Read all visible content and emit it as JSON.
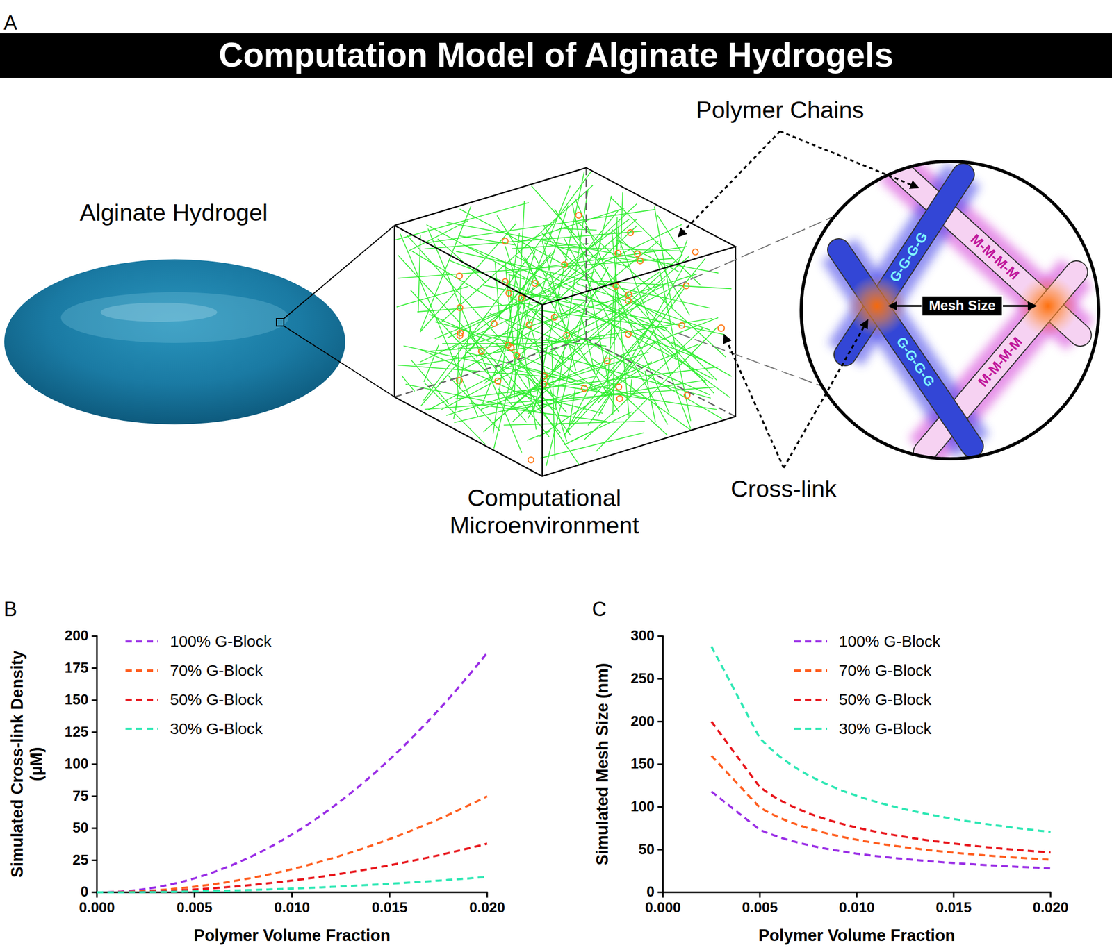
{
  "diagram": {
    "title": "Computation Model of Alginate Hydrogels",
    "nodes": [
      {
        "text": [
          "Mesh Size"
        ]
      }
    ],
    "labels": [
      "A",
      "Alginate Hydrogel",
      "Polymer Chains",
      "Computational Microenvironment",
      "Cross-link",
      "M-M-M-M",
      "G-G-G-G",
      "G-G-G-G",
      "M-M-M-M",
      "B",
      "Simulated Cross-link Density (µM)",
      "200",
      "175",
      "150",
      "125",
      "100",
      "75",
      "50",
      "25",
      "0",
      "0.000",
      "0.005",
      "0.010",
      "0.015",
      "0.020",
      "Polymer Volume Fraction",
      "C",
      "Simulated Mesh Size (nm)",
      "300",
      "250",
      "200",
      "150",
      "100",
      "50",
      "0",
      "0.000",
      "0.005",
      "0.010",
      "0.015",
      "0.020",
      "Polymer Volume Fraction"
    ],
    "legend": [
      {
        "text": "100% G-Block"
      },
      {
        "text": "70% G-Block"
      },
      {
        "text": "50% G-Block"
      },
      {
        "text": "30% G-Block"
      },
      {
        "text": "100% G-Block"
      },
      {
        "text": "70% G-Block"
      },
      {
        "text": "50% G-Block"
      },
      {
        "text": "30% G-Block"
      }
    ]
  }
}
